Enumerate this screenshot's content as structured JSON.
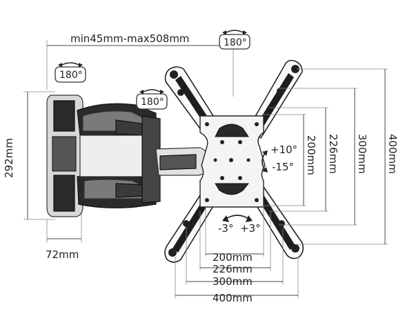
{
  "labels": {
    "arm_extension": "min45mm-max508mm",
    "swivel_top": "180°",
    "swivel_wall": "180°",
    "swivel_mid": "180°",
    "height_left": "292mm",
    "depth_bottom": "72mm",
    "tilt_up": "+10°",
    "tilt_down": "-15°",
    "rotate_left": "-3°",
    "rotate_right": "+3°",
    "vesa_v_200": "200mm",
    "vesa_v_226": "226mm",
    "vesa_v_300": "300mm",
    "vesa_v_400": "400mm",
    "vesa_h_200": "200mm",
    "vesa_h_226": "226mm",
    "vesa_h_300": "300mm",
    "vesa_h_400": "400mm"
  }
}
